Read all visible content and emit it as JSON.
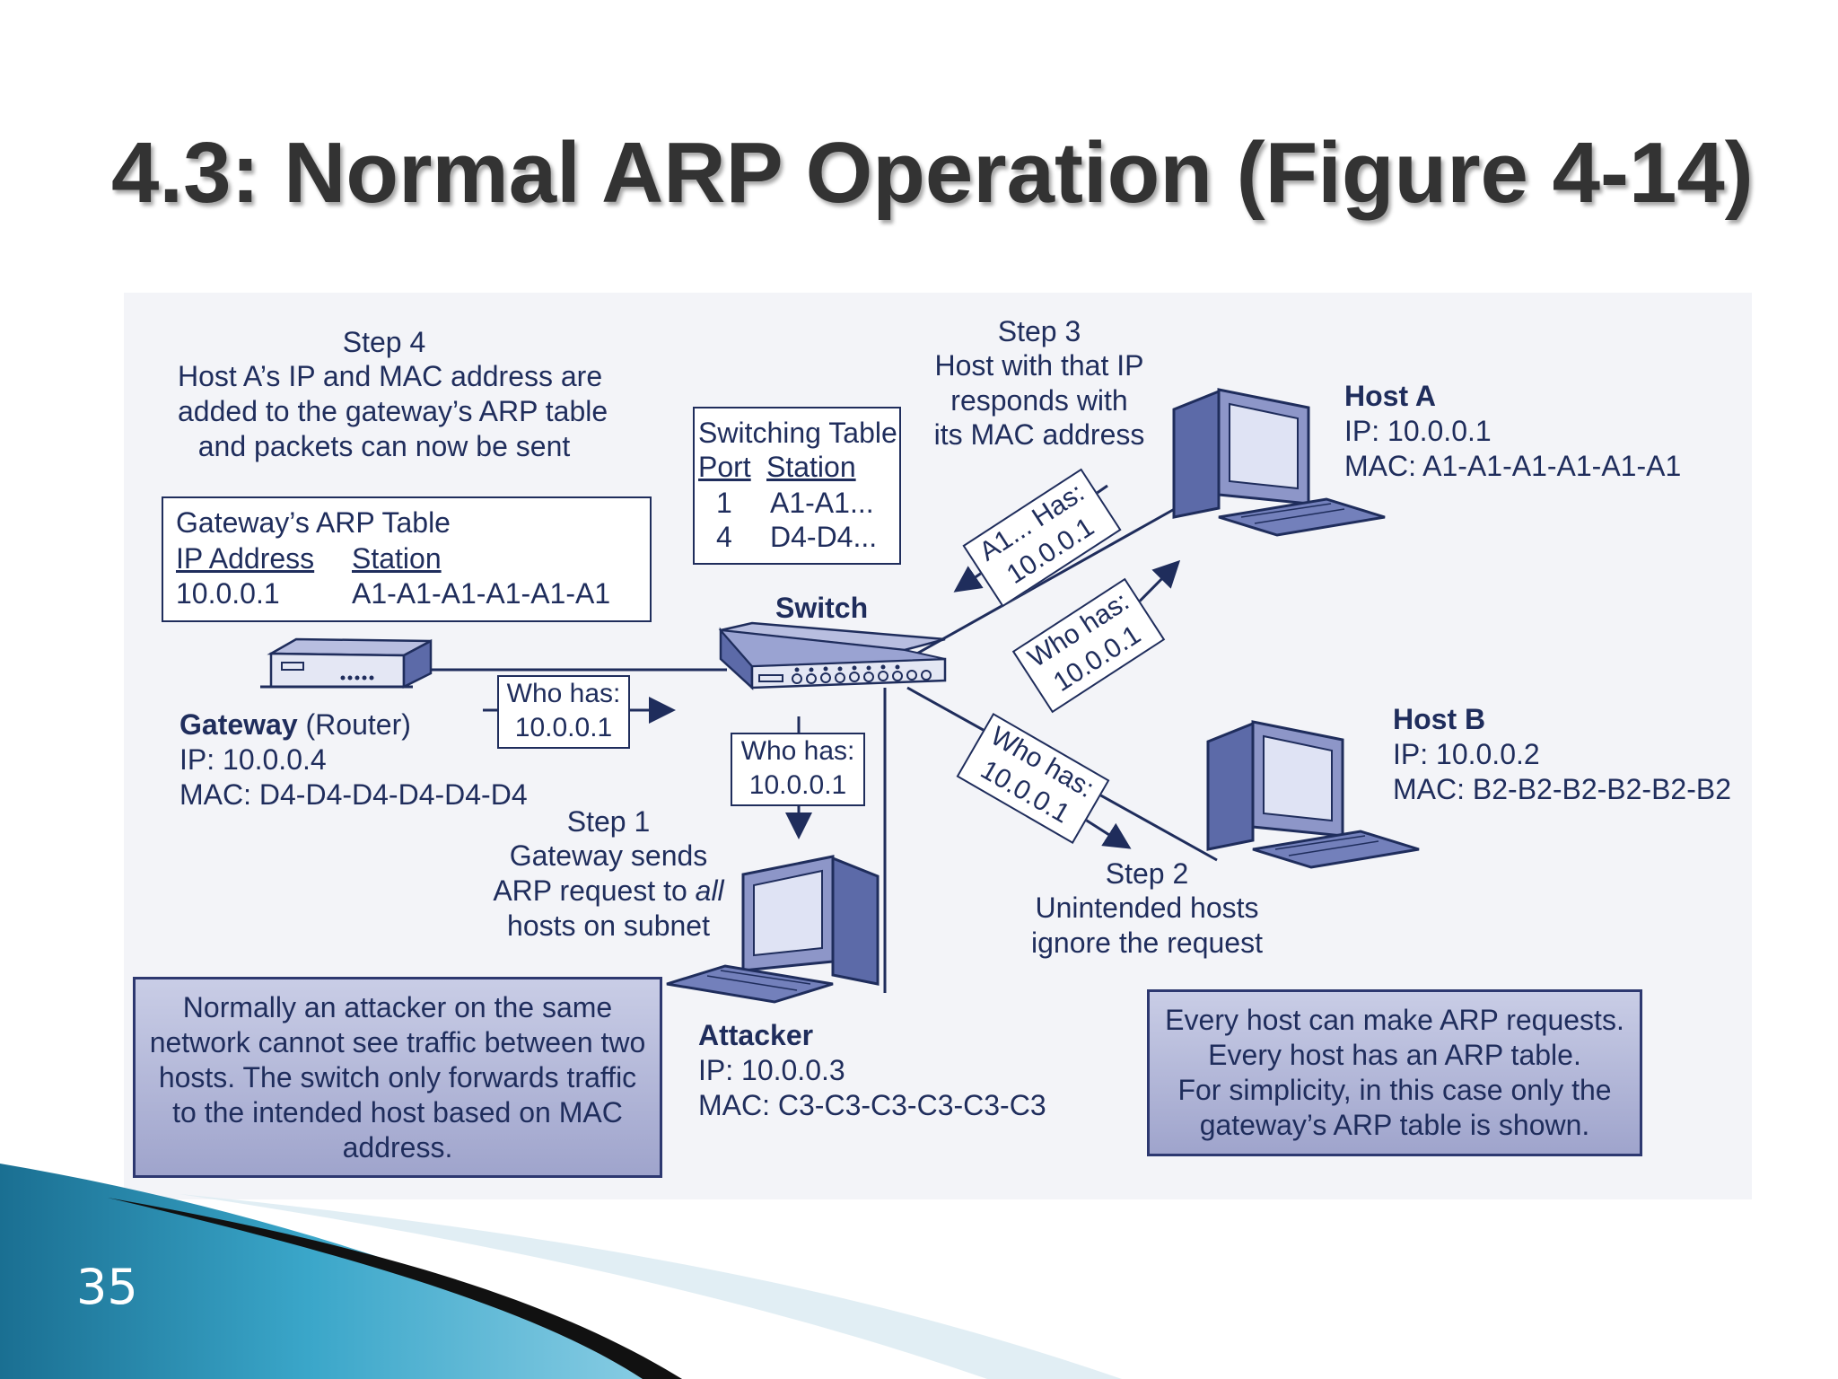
{
  "slide": {
    "title": "4.3: Normal ARP Operation (Figure 4-14)",
    "number": "35"
  },
  "diagram": {
    "step4": {
      "heading": "Step 4",
      "lines": [
        "Host A’s IP and MAC address are",
        "added to the gateway’s ARP table",
        "and packets can now be sent"
      ]
    },
    "gateway_arp_table": {
      "title": "Gateway’s ARP Table",
      "col_ip": "IP Address",
      "col_station": "Station",
      "row_ip": "10.0.0.1",
      "row_station": "A1-A1-A1-A1-A1-A1"
    },
    "switching_table": {
      "title": "Switching Table",
      "col_port": "Port",
      "col_station": "Station",
      "rows": [
        {
          "port": "1",
          "station": "A1-A1..."
        },
        {
          "port": "4",
          "station": "D4-D4..."
        }
      ]
    },
    "step3": {
      "heading": "Step 3",
      "lines": [
        "Host with that IP",
        "responds with",
        "its MAC address"
      ]
    },
    "host_a": {
      "name": "Host A",
      "ip": "IP: 10.0.0.1",
      "mac": "MAC: A1-A1-A1-A1-A1-A1"
    },
    "host_b": {
      "name": "Host B",
      "ip": "IP: 10.0.0.2",
      "mac": "MAC: B2-B2-B2-B2-B2-B2"
    },
    "switch_label": "Switch",
    "gateway": {
      "name": "Gateway",
      "type": "(Router)",
      "ip": "IP: 10.0.0.4",
      "mac": "MAC: D4-D4-D4-D4-D4-D4"
    },
    "attacker": {
      "name": "Attacker",
      "ip": "IP: 10.0.0.3",
      "mac": "MAC: C3-C3-C3-C3-C3-C3"
    },
    "messages": {
      "gateway_request": {
        "line1": "Who has:",
        "line2": "10.0.0.1"
      },
      "attacker_request": {
        "line1": "Who has:",
        "line2": "10.0.0.1"
      },
      "hosta_request": {
        "line1": "Who has:",
        "line2": "10.0.0.1"
      },
      "hosta_reply": {
        "line1": "A1... Has:",
        "line2": "10.0.0.1"
      },
      "hostb_request": {
        "line1": "Who has:",
        "line2": "10.0.0.1"
      }
    },
    "step1": {
      "heading": "Step 1",
      "lines": [
        "Gateway sends",
        "ARP request to ",
        "all",
        "hosts on subnet"
      ]
    },
    "step2": {
      "heading": "Step 2",
      "lines": [
        "Unintended hosts",
        "ignore the request"
      ]
    },
    "note_left": {
      "lines": [
        "Normally an attacker on the same",
        "network cannot see traffic between two",
        "hosts. The switch only forwards traffic",
        "to the intended host based on MAC",
        "address."
      ]
    },
    "note_right": {
      "lines": [
        "Every host can make ARP requests.",
        "Every host has an ARP table.",
        "For simplicity, in this case only the",
        "gateway’s ARP table is shown."
      ]
    }
  },
  "colors": {
    "ink": "#1f2d5c",
    "title": "#333333",
    "figure_bg": "#f3f4f8",
    "note_fill": "#b3b8da",
    "accent_teal": "#2b8fb3"
  },
  "icons": [
    "computer-icon",
    "switch-icon",
    "router-icon",
    "arrow-icon"
  ]
}
